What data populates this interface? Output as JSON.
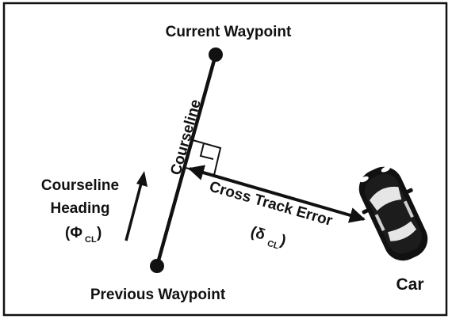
{
  "labels": {
    "current_waypoint": "Current Waypoint",
    "previous_waypoint": "Previous Waypoint",
    "courseline": "Courseline",
    "cross_track_error": "Cross Track Error",
    "cross_track_symbol": "(δ",
    "cross_track_sub": "CL",
    "cross_track_close": ")",
    "heading_line1": "Courseline",
    "heading_line2": "Heading",
    "heading_symbol": "(Φ",
    "heading_sub": "CL",
    "heading_close": ")",
    "car": "Car"
  },
  "colors": {
    "ink": "#111111",
    "background": "#ffffff"
  },
  "icons": {
    "car": "car-topview-icon",
    "waypoint": "filled-circle-icon",
    "heading_arrow": "up-arrow-icon",
    "right_angle": "right-angle-marker"
  }
}
